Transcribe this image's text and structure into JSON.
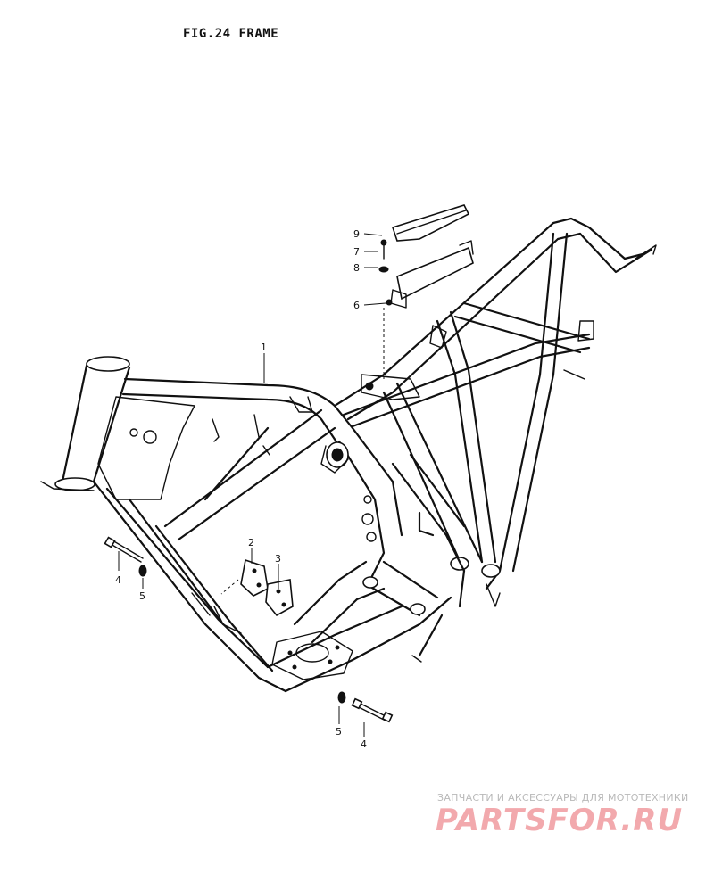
{
  "figure": {
    "title": "FIG.24 FRAME"
  },
  "callouts": [
    {
      "id": "c1",
      "label": "1"
    },
    {
      "id": "c2",
      "label": "2"
    },
    {
      "id": "c3",
      "label": "3"
    },
    {
      "id": "c4a",
      "label": "4"
    },
    {
      "id": "c5a",
      "label": "5"
    },
    {
      "id": "c4b",
      "label": "4"
    },
    {
      "id": "c5b",
      "label": "5"
    },
    {
      "id": "c6",
      "label": "6"
    },
    {
      "id": "c7",
      "label": "7"
    },
    {
      "id": "c8",
      "label": "8"
    },
    {
      "id": "c9",
      "label": "9"
    }
  ],
  "watermark": {
    "tagline": "ЗАПЧАСТИ И АКСЕССУАРЫ ДЛЯ МОТОТЕХНИКИ",
    "logo": "PARTSFOR.RU",
    "color": "#f2a9ad"
  }
}
